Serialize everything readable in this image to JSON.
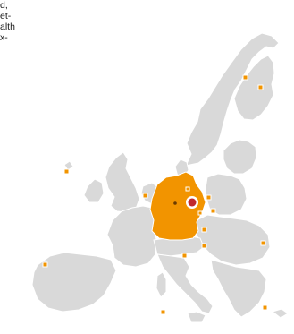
{
  "caption": {
    "lines": [
      "d,",
      "et-",
      "alth",
      "x-"
    ]
  },
  "map": {
    "colors": {
      "land": "#d9d9d9",
      "highlight_country": "#f29400",
      "marker": "#f29400",
      "capital_ring": "#ffffff",
      "capital_dot": "#c0282d",
      "center_dot": "#6b3b00",
      "background": "#ffffff"
    },
    "highlighted_country": "Germany"
  }
}
